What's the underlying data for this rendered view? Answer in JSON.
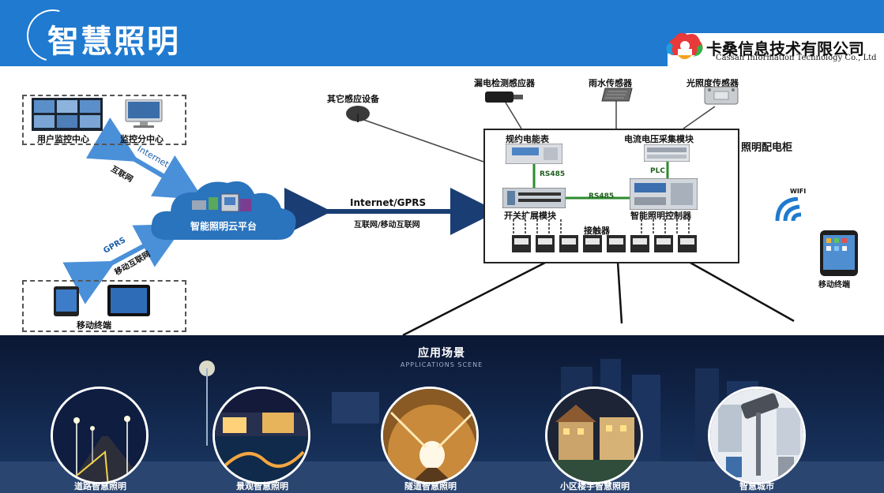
{
  "header": {
    "title": "智慧照明",
    "company_cn": "卡桑信息技术有限公司",
    "company_en": "Cassan Information Technology Co., Ltd",
    "bg_color": "#1f7ad0"
  },
  "monitor": {
    "user_center": "用户监控中心",
    "sub_center": "监控分中心"
  },
  "links": {
    "internet_en": "Internet",
    "internet_cn": "互联网",
    "gprs_en": "GPRS",
    "gprs_cn": "移动互联网",
    "main_en": "Internet/GPRS",
    "main_cn": "互联网/移动互联网"
  },
  "cloud": {
    "label": "智能照明云平台"
  },
  "mobile_left": {
    "label": "移动终端"
  },
  "sensors": {
    "other": "其它感应设备",
    "leak": "漏电检测感应器",
    "rain": "雨水传感器",
    "light": "光照度传感器"
  },
  "cabinet": {
    "title": "照明配电柜",
    "meter": "规约电能表",
    "collector": "电流电压采集模块",
    "rs485_a": "RS485",
    "rs485_b": "RS485",
    "plc": "PLC",
    "switch_module": "开关扩展模块",
    "controller": "智能照明控制器",
    "contactor": "接触器"
  },
  "right": {
    "wifi": "WIFI",
    "mobile": "移动终端"
  },
  "applications": {
    "title": "应用场景",
    "subtitle": "APPLICATIONS SCENE",
    "items": [
      {
        "label": "道路智慧照明"
      },
      {
        "label": "景观智慧照明"
      },
      {
        "label": "隧道智慧照明"
      },
      {
        "label": "小区楼宇智慧照明"
      },
      {
        "label": "智慧城市"
      }
    ]
  }
}
